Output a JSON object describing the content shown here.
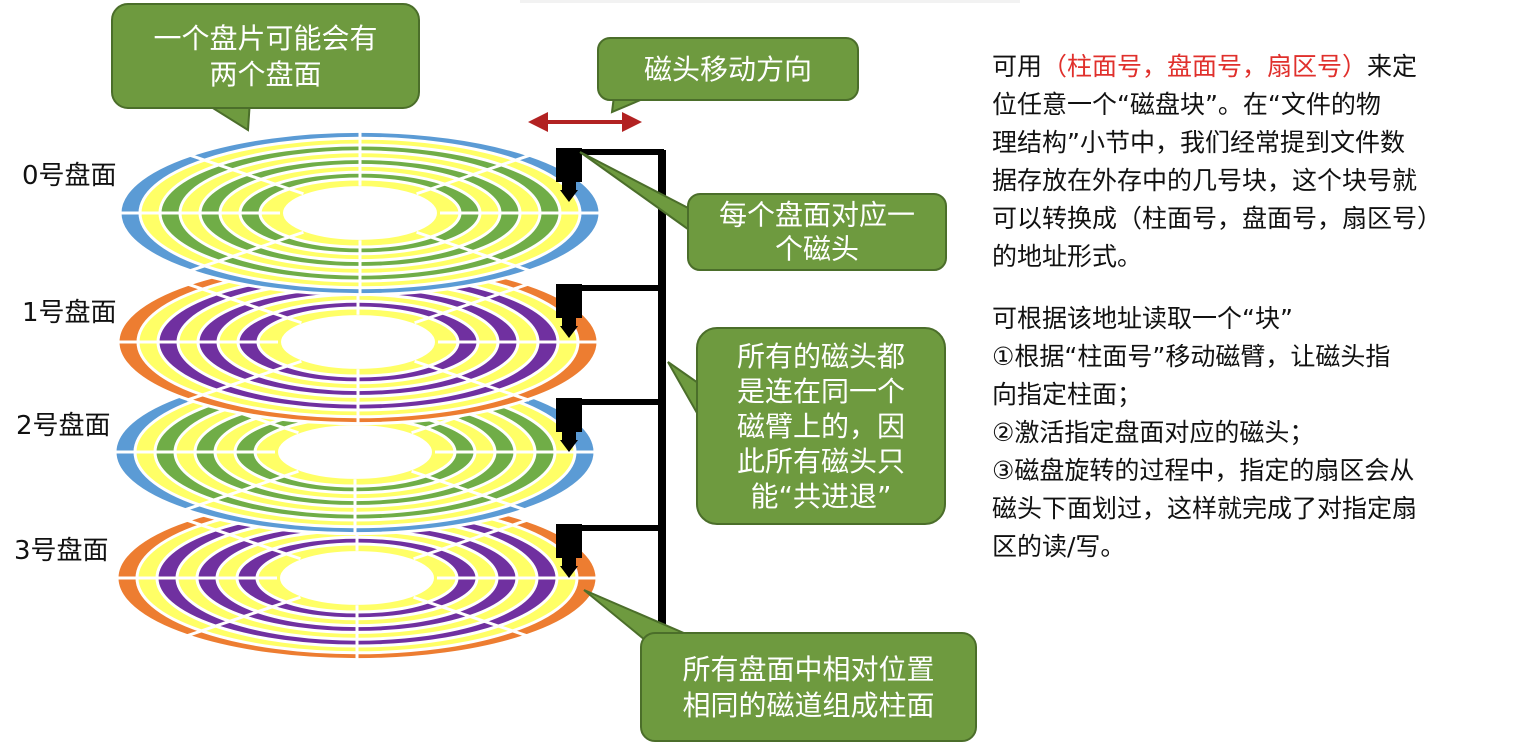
{
  "platter_labels": [
    "0号盘面",
    "1号盘面",
    "2号盘面",
    "3号盘面"
  ],
  "callouts": {
    "two_surfaces": [
      "一个盘片可能会有",
      "两个盘面"
    ],
    "move_direction": "磁头移动方向",
    "one_head_per_surface": [
      "每个盘面对应一",
      "个磁头"
    ],
    "same_arm": [
      "所有的磁头都",
      "是连在同一个",
      "磁臂上的，因",
      "此所有磁头只",
      "能“共进退”"
    ],
    "cylinder": [
      "所有盘面中相对位置",
      "相同的磁道组成柱面"
    ]
  },
  "right": {
    "p1_prefix": "可用",
    "p1_red": "（柱面号，盘面号，扇区号）",
    "p1_rest_lines": [
      "来定",
      "位任意一个“磁盘块”。在“文件的物",
      "理结构”小节中，我们经常提到文件数",
      "据存放在外存中的几号块，这个块号就",
      "可以转换成（柱面号，盘面号，扇区号）",
      "的地址形式。"
    ],
    "p2_lines": [
      "可根据该地址读取一个“块”",
      "①根据“柱面号”移动磁臂，让磁头指",
      "向指定柱面；",
      "②激活指定盘面对应的磁头；",
      "③磁盘旋转的过程中，指定的扇区会从",
      "磁头下面划过，这样就完成了对指定扇",
      "区的读/写。"
    ]
  },
  "colors": {
    "callout_fill": "#6e9a3f",
    "callout_stroke": "#4b6e2a",
    "callout_text": "#ffffff",
    "arrow": "#b22222",
    "platter0": [
      "#5b9bd5",
      "#ffff66",
      "#70ad47"
    ],
    "platter1": [
      "#ed7d31",
      "#ffff66",
      "#7030a0"
    ],
    "platter2": [
      "#5b9bd5",
      "#ffff66",
      "#70ad47"
    ],
    "platter3": [
      "#ed7d31",
      "#ffff66",
      "#7030a0"
    ]
  }
}
